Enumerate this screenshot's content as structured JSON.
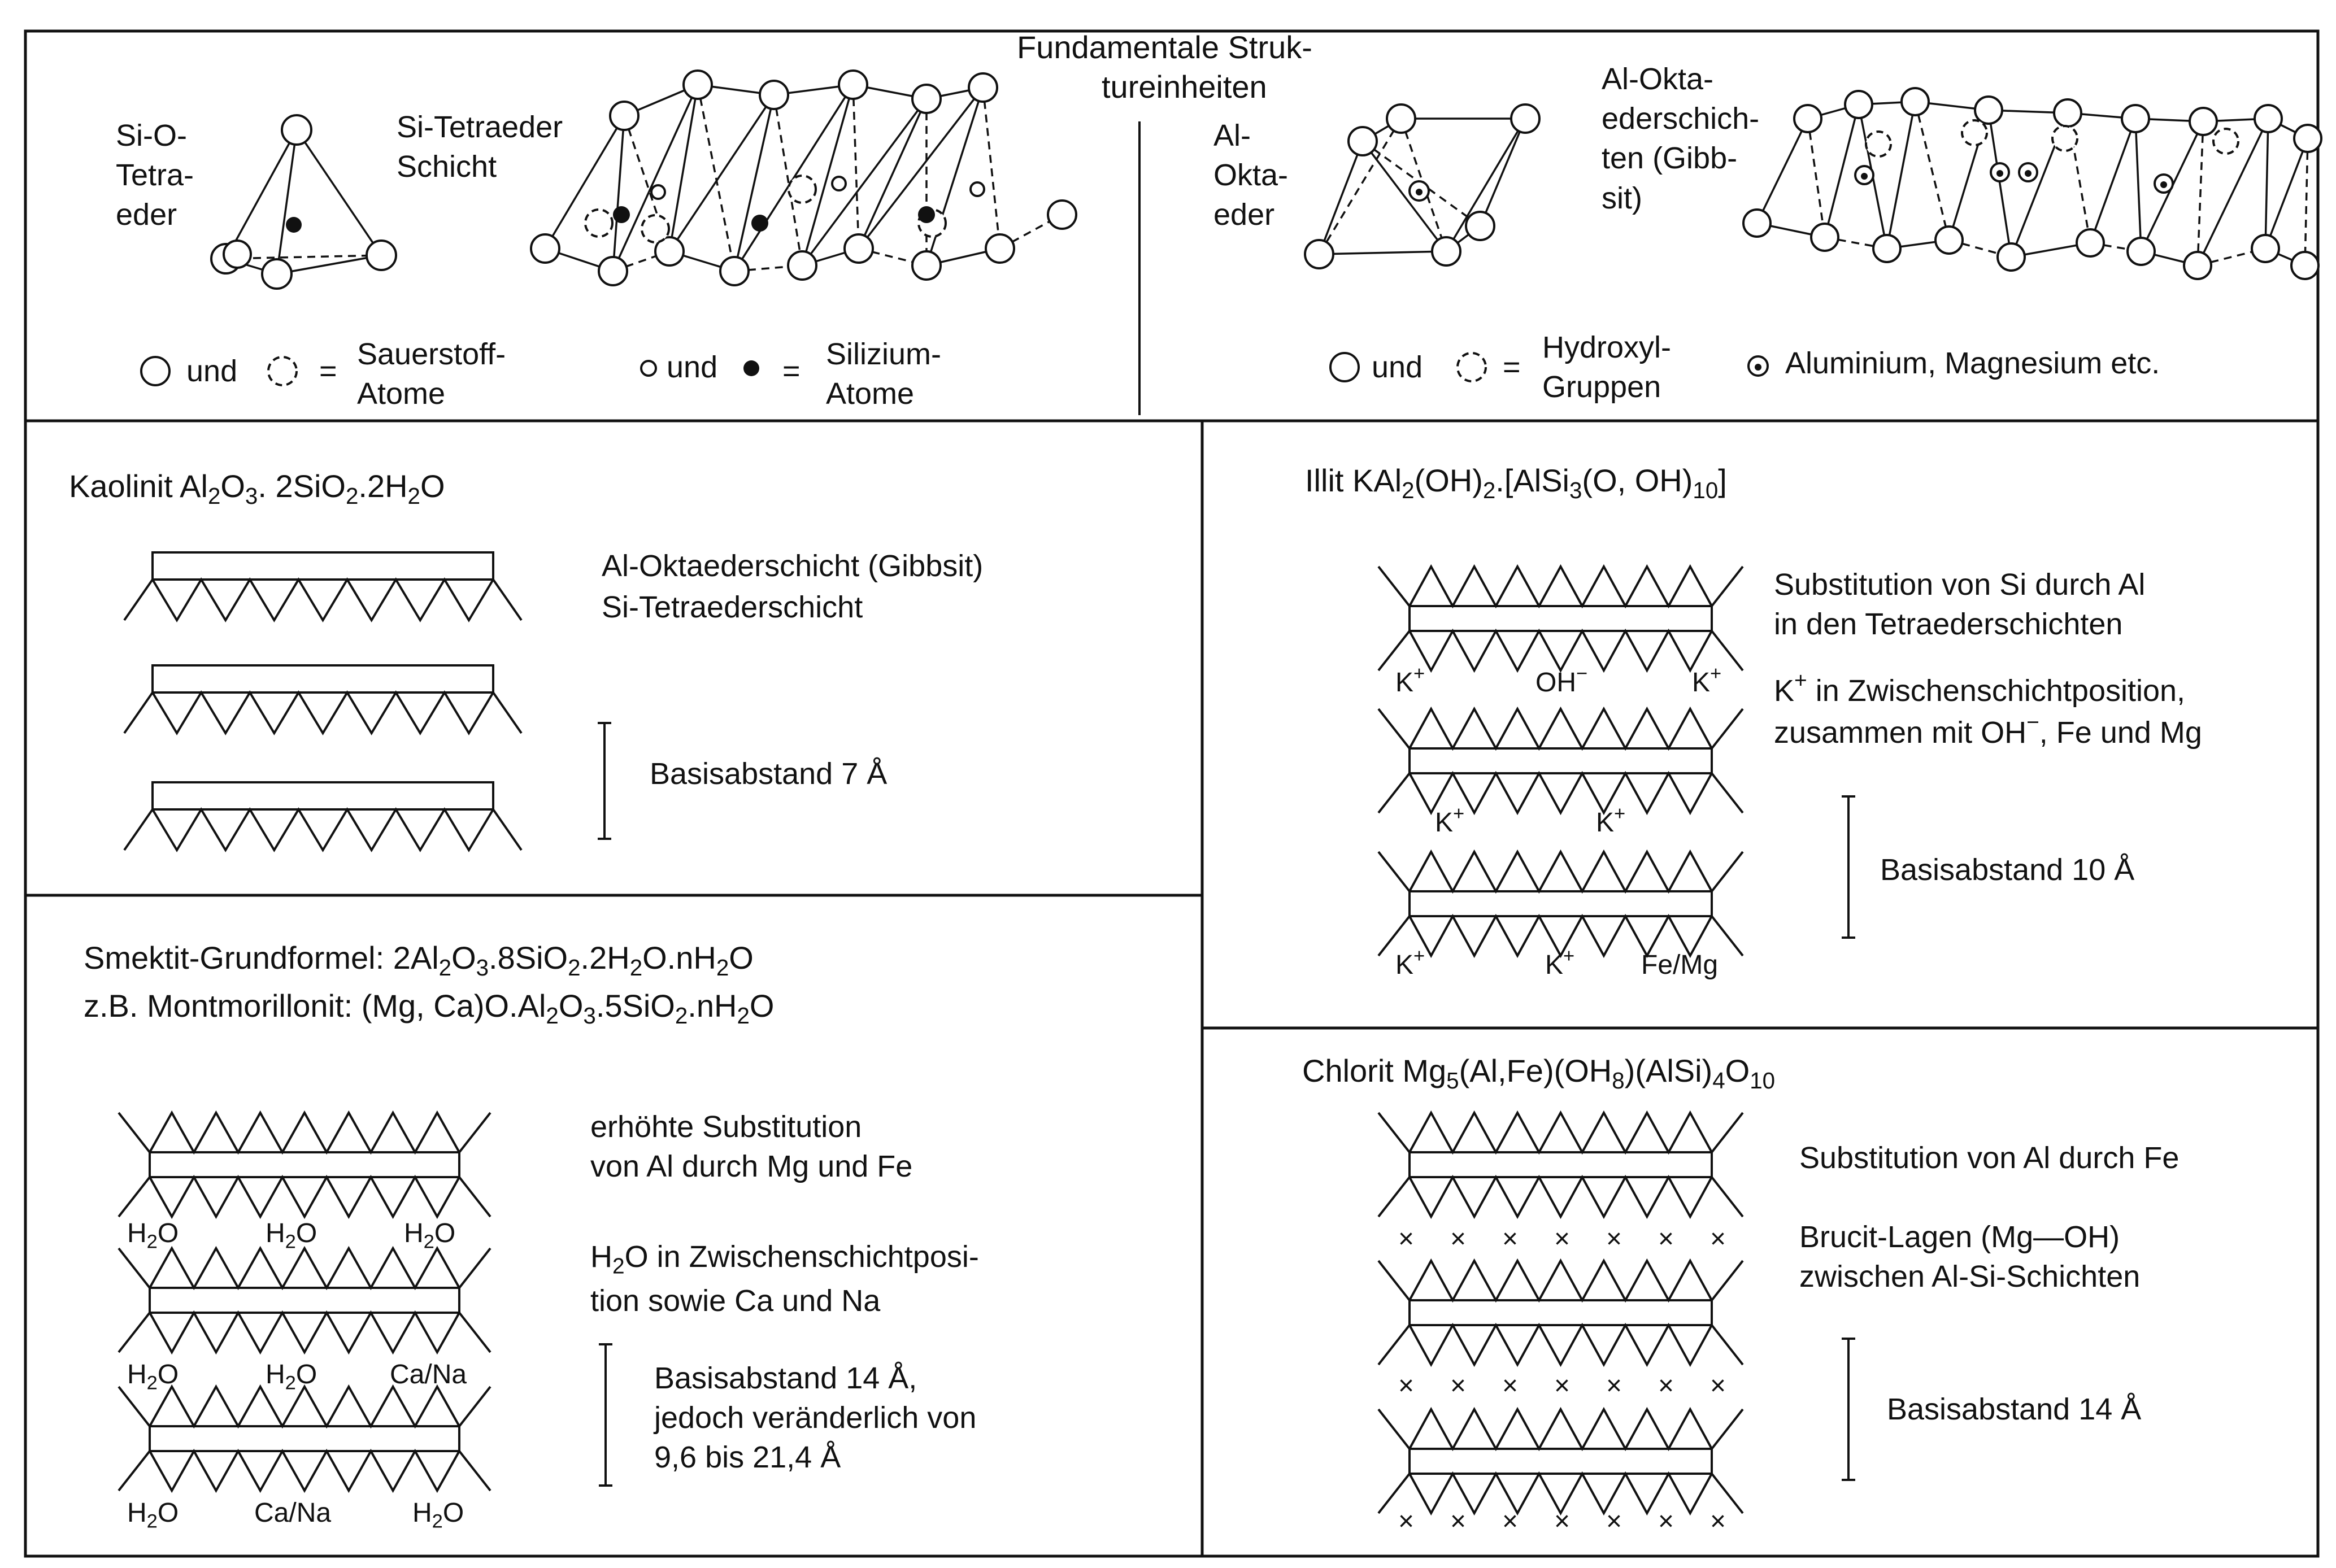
{
  "header": {
    "title_line1": "Fundamentale Struk-",
    "title_line2": "tureinheiten",
    "si_o_tetra": "Si-O-\nTetra-\neder",
    "si_tetra_schicht": "Si-Tetraeder\nSchicht",
    "al_okta": "Al-\nOkta-\neder",
    "al_okta_schichten": "Al-Okta-\nederschich-\nten (Gibb-\nsit)",
    "legend_und_1": "und",
    "legend_eq_1": "=",
    "legend_sauerstoff": "Sauerstoff-\nAtome",
    "legend_und_2": "und",
    "legend_eq_2": "=",
    "legend_silizium": "Silizium-\nAtome",
    "legend_und_3": "und",
    "legend_eq_3": "=",
    "legend_hydroxyl": "Hydroxyl-\nGruppen",
    "legend_aluminium": "Aluminium, Magnesium etc."
  },
  "kaolinit": {
    "name": "Kaolinit",
    "f1": "Al",
    "s1": "2",
    "f2": "O",
    "s2": "3",
    "f3": ". 2SiO",
    "s3": "2",
    "f4": ".2H",
    "s4": "2",
    "f5": "O",
    "desc_line1": "Al-Oktaederschicht (Gibbsit)",
    "desc_line2": "Si-Tetraederschicht",
    "basis": "Basisabstand 7 Å"
  },
  "smektit": {
    "line1_a": "Smektit-Grundformel: 2Al",
    "line1_s1": "2",
    "line1_b": "O",
    "line1_s2": "3",
    "line1_c": ".8SiO",
    "line1_s3": "2",
    "line1_d": ".2H",
    "line1_s4": "2",
    "line1_e": "O.nH",
    "line1_s5": "2",
    "line1_f": "O",
    "line2_a": "z.B. Montmorillonit: (Mg, Ca)O.Al",
    "line2_s1": "2",
    "line2_b": "O",
    "line2_s2": "3",
    "line2_c": ".5SiO",
    "line2_s3": "2",
    "line2_d": ".nH",
    "line2_s4": "2",
    "line2_e": "O",
    "desc1": "erhöhte Substitution\nvon Al durch Mg und Fe",
    "desc2_a": "H",
    "desc2_s": "2",
    "desc2_b": "O in Zwischenschichtposi-",
    "desc2_line2": "tion sowie Ca und Na",
    "basis": "Basisabstand 14 Å,\njedoch veränderlich von\n9,6 bis 21,4 Å",
    "h2o_h": "H",
    "h2o_s": "2",
    "h2o_o": "O",
    "cana": "Ca/Na"
  },
  "illit": {
    "name": "Illit KAl",
    "s1": "2",
    "f2": "(OH)",
    "s2": "2",
    "f3": ".[AlSi",
    "s3": "3",
    "f4": "(O, OH)",
    "s4": "10",
    "f5": "]",
    "desc1": "Substitution von Si durch Al\nin den Tetraederschichten",
    "desc2_k": "K",
    "desc2_plus": "+",
    "desc2_rest": " in Zwischenschichtposition,",
    "desc2_line2_a": "zusammen mit OH",
    "desc2_line2_sup": "−",
    "desc2_line2_b": ", Fe und Mg",
    "basis": "Basisabstand 10 Å",
    "k": "K",
    "plus": "+",
    "oh": "OH",
    "minus": "−",
    "femg": "Fe/Mg"
  },
  "chlorit": {
    "name": "Chlorit Mg",
    "s1": "5",
    "f2": "(Al,Fe)(OH",
    "s2": "8",
    "f3": ")(AlSi)",
    "s3": "4",
    "f4": "O",
    "s4": "10",
    "desc1": "Substitution von Al durch Fe",
    "desc2": "Brucit-Lagen (Mg—OH)\nzwischen Al-Si-Schichten",
    "basis": "Basisabstand 14 Å",
    "x": "×"
  }
}
